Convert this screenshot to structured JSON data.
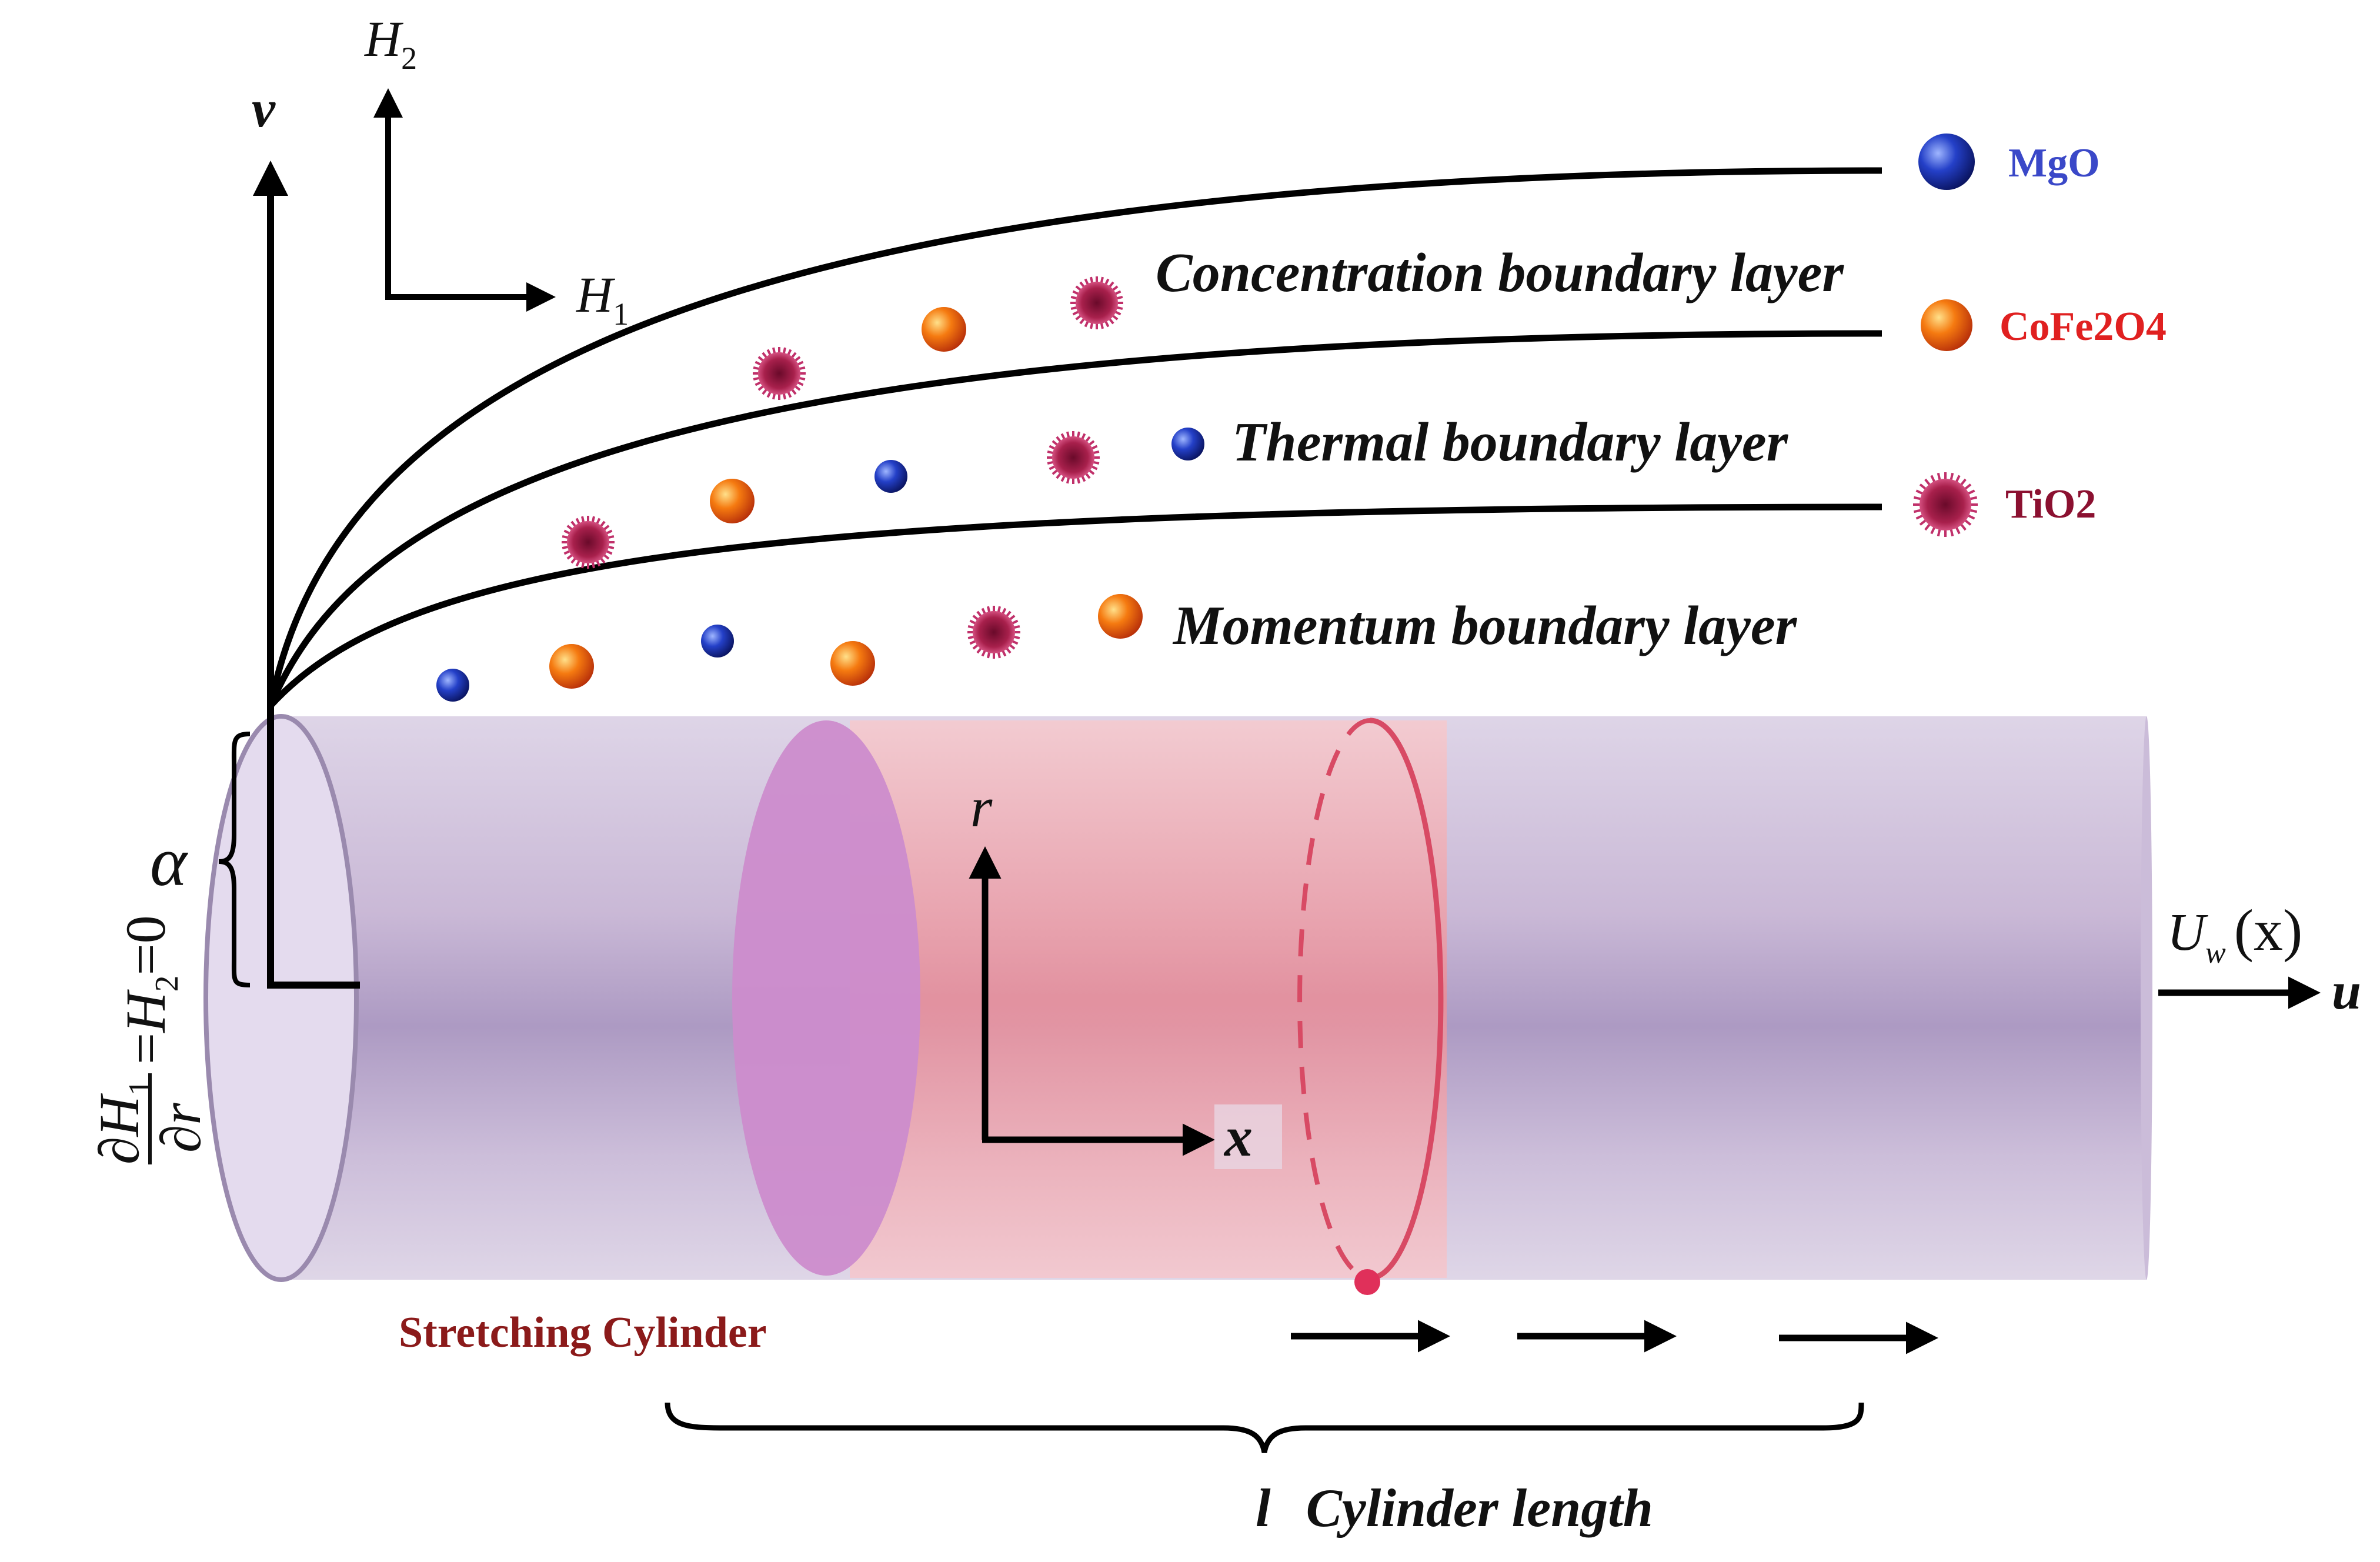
{
  "axes": {
    "v": "v",
    "H2": "H",
    "H2_sub": "2",
    "H1": "H",
    "H1_sub": "1",
    "r": "r",
    "x": "x",
    "u": "u",
    "alpha": "α"
  },
  "layers": {
    "concentration": "Concentration boundary layer",
    "thermal": "Thermal boundary layer",
    "momentum": "Momentum boundary layer"
  },
  "legend": [
    {
      "label": "MgO",
      "color": "#3a48c8",
      "icon": "blue-sphere-icon"
    },
    {
      "label": "CoFe2O4",
      "color": "#e02020",
      "icon": "orange-sphere-icon"
    },
    {
      "label": "TiO2",
      "color": "#8b1030",
      "icon": "spiky-particle-icon"
    }
  ],
  "velocity": {
    "U": "U",
    "U_sub": "w",
    "U_arg": "(x)"
  },
  "boundary_condition": {
    "num": "∂H",
    "num_sub": "1",
    "den": "∂r",
    "eq1": "=",
    "H": "H",
    "H_sub": "2",
    "eq2": "=0"
  },
  "cylinder": {
    "label": "Stretching Cylinder",
    "label_color": "#8b1a1a",
    "length_symbol": "l",
    "length_label": "Cylinder length"
  },
  "colors": {
    "cylinder": "#b9a3cd",
    "cylinder_dark": "#9c86b8",
    "inner_section": "#f0a8ac",
    "inner_face": "#cc8ccc",
    "ring": "#d44a62"
  }
}
